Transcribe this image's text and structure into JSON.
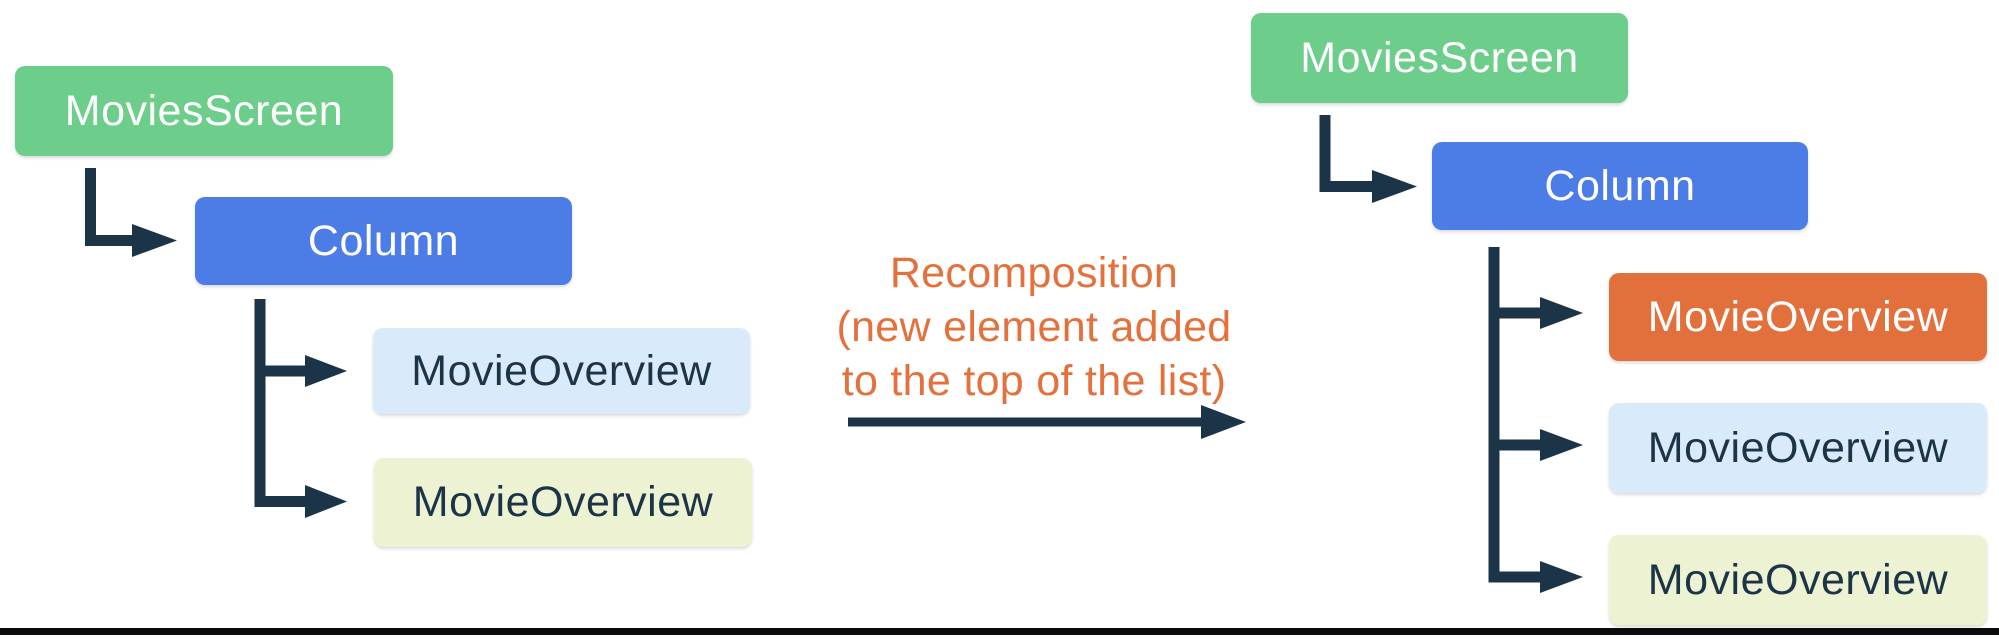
{
  "diagram": {
    "title_implicit": "Composable tree recomposition diagram",
    "colors": {
      "node_green": "#6CCE8A",
      "node_blue": "#4C7CE5",
      "node_orange": "#E2703D",
      "node_light_blue": "#D9EBFB",
      "node_light_yellow": "#EDF2D2",
      "connector": "#1C3447",
      "label_on_dark": "#FFFFFF",
      "label_on_light": "#1C3447",
      "annotation_orange": "#E4703C",
      "bottom_rule": "#0B0B0B"
    },
    "left_tree": {
      "nodes": [
        {
          "label": "MoviesScreen",
          "level": 0
        },
        {
          "label": "Column",
          "level": 1
        },
        {
          "label": "MovieOverview",
          "level": 2
        },
        {
          "label": "MovieOverview",
          "level": 2
        }
      ]
    },
    "transition": {
      "lines": [
        "Recomposition",
        "(new element added",
        "to the top of the list)"
      ],
      "arrow_icon": "right-arrow"
    },
    "right_tree": {
      "nodes": [
        {
          "label": "MoviesScreen",
          "level": 0
        },
        {
          "label": "Column",
          "level": 1
        },
        {
          "label": "MovieOverview",
          "level": 2,
          "highlighted_new": true
        },
        {
          "label": "MovieOverview",
          "level": 2
        },
        {
          "label": "MovieOverview",
          "level": 2
        }
      ]
    }
  }
}
